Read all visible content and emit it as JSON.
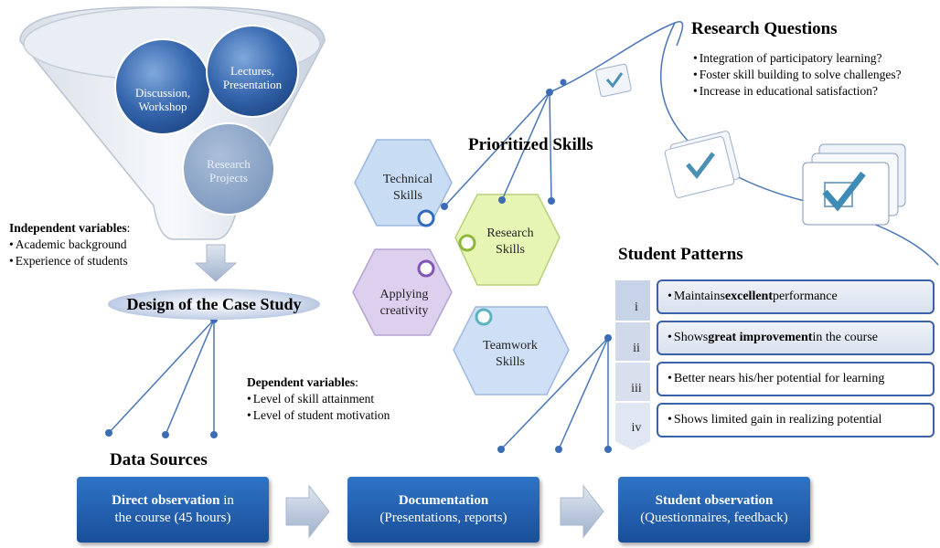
{
  "funnel": {
    "circles": [
      "Discussion,\nWorkshop",
      "Lectures,\nPresentation",
      "Research\nProjects"
    ]
  },
  "independent": {
    "title": "Independent variables",
    "items": [
      "Academic background",
      "Experience of students"
    ]
  },
  "design_title": "Design of the Case Study",
  "dependent": {
    "title": "Dependent variables",
    "items": [
      "Level of skill attainment",
      "Level of student motivation"
    ]
  },
  "data_sources_title": "Data Sources",
  "skills": {
    "title": "Prioritized Skills",
    "items": [
      "Technical\nSkills",
      "Research\nSkills",
      "Applying\ncreativity",
      "Teamwork\nSkills"
    ]
  },
  "research_questions": {
    "title": "Research Questions",
    "items": [
      "Integration of participatory learning?",
      "Foster skill building to solve challenges?",
      "Increase in educational satisfaction?"
    ]
  },
  "patterns": {
    "title": "Student Patterns",
    "rows": [
      {
        "num": "i",
        "pre": "Maintains ",
        "bold": "excellent",
        "post": " performance"
      },
      {
        "num": "ii",
        "pre": "Shows ",
        "bold": "great improvement",
        "post": " in the course"
      },
      {
        "num": "iii",
        "pre": "Better nears his/her potential for learning",
        "bold": "",
        "post": ""
      },
      {
        "num": "iv",
        "pre": "Shows limited gain in realizing potential",
        "bold": "",
        "post": ""
      }
    ]
  },
  "sources": [
    {
      "bold": "Direct observation",
      "rest": " in",
      "line2": "the course (45 hours)"
    },
    {
      "bold": "Documentation",
      "rest": "",
      "line2": "(Presentations, reports)"
    },
    {
      "bold": "Student observation",
      "rest": "",
      "line2": "(Questionnaires, feedback)"
    }
  ],
  "colors": {
    "accent_blue": "#2f74c6",
    "hex_technical": "#c8dcf4",
    "hex_research": "#e6f5b4",
    "hex_creativity": "#ddd0ee",
    "hex_teamwork": "#cfe0f6"
  }
}
